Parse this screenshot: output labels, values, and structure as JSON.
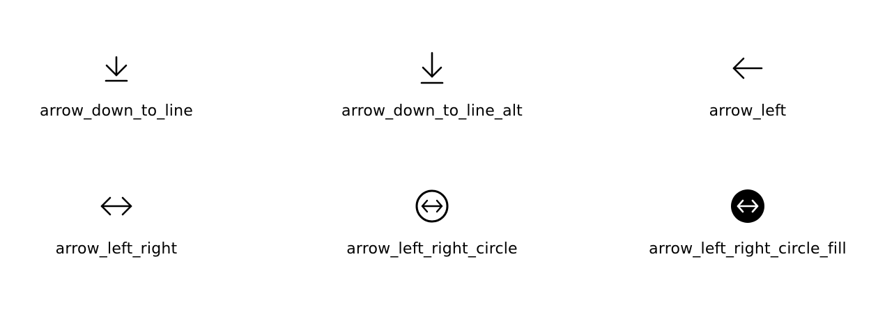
{
  "icons": [
    {
      "name": "arrow-down-to-line-icon",
      "label": "arrow_down_to_line"
    },
    {
      "name": "arrow-down-to-line-alt-icon",
      "label": "arrow_down_to_line_alt"
    },
    {
      "name": "arrow-left-icon",
      "label": "arrow_left"
    },
    {
      "name": "arrow-left-right-icon",
      "label": "arrow_left_right"
    },
    {
      "name": "arrow-left-right-circle-icon",
      "label": "arrow_left_right_circle"
    },
    {
      "name": "arrow-left-right-circle-fill-icon",
      "label": "arrow_left_right_circle_fill"
    }
  ],
  "colors": {
    "icon": "#000000",
    "text": "#000000",
    "background": "#ffffff"
  }
}
